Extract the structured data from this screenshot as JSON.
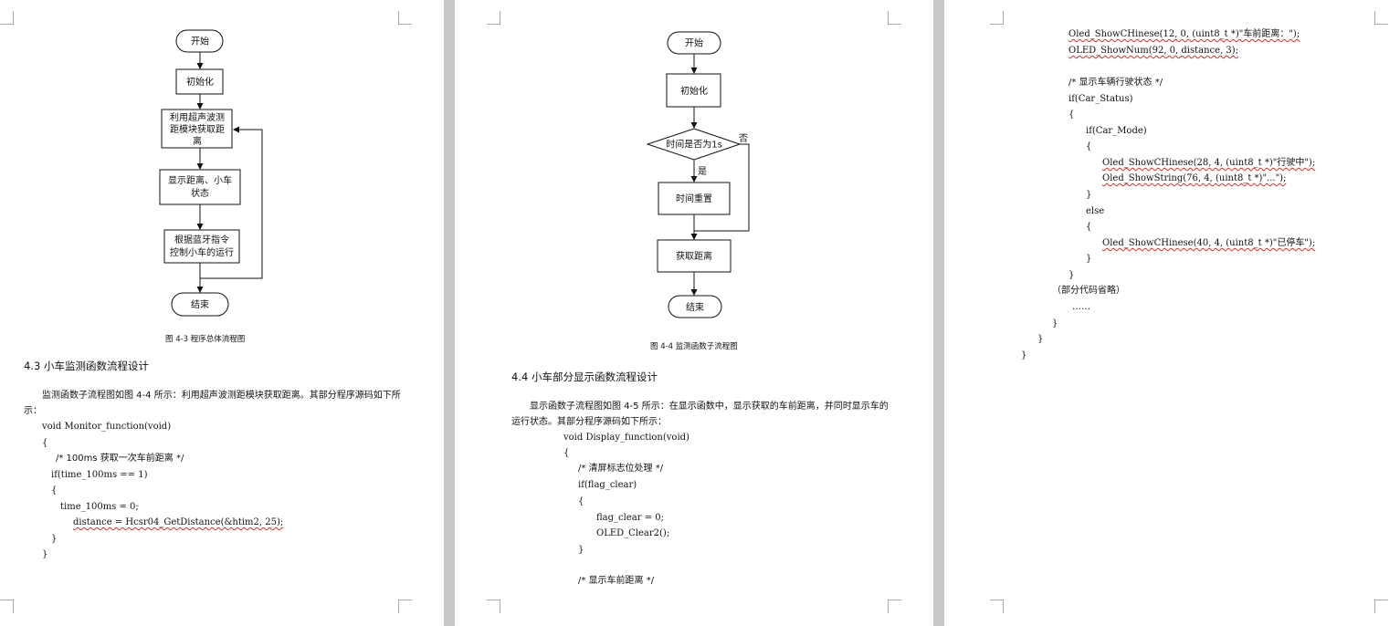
{
  "page1": {
    "flow": {
      "start": "开始",
      "init": "初始化",
      "ultra": [
        "利用超声波测",
        "距模块获取距",
        "离"
      ],
      "show": [
        "显示距离、小车",
        "状态"
      ],
      "bt": [
        "根据蓝牙指令",
        "控制小车的运行"
      ],
      "end": "结束"
    },
    "caption": "图 4-3    程序总体流程图",
    "heading": "4.3  小车监测函数流程设计",
    "para": "监测函数子流程图如图 4-4 所示：利用超声波测距模块获取距离。其部分程序源码如下所示：",
    "code": [
      "void Monitor_function(void)",
      "{",
      "/* 100ms 获取一次车前距离  */",
      "if(time_100ms == 1)",
      "{",
      "time_100ms = 0;",
      "distance = Hcsr04_GetDistance(&htim2, 25);",
      "}",
      "}"
    ]
  },
  "page2": {
    "flow": {
      "start": "开始",
      "init": "初始化",
      "decision": "时间是否为1s",
      "no": "否",
      "yes": "是",
      "reset": "时间重置",
      "get": "获取距离",
      "end": "结束"
    },
    "caption": "图 4-4    监测函数子流程图",
    "heading": "4.4  小车部分显示函数流程设计",
    "para": "显示函数子流程图如图 4-5 所示：在显示函数中，显示获取的车前距离，并同时显示车的运行状态。其部分程序源码如下所示：",
    "code": [
      "void Display_function(void)",
      "{",
      "/*  清屏标志位处理  */",
      "if(flag_clear)",
      "{",
      "flag_clear = 0;",
      "OLED_Clear2();",
      "}",
      "/*  显示车前距离  */"
    ]
  },
  "page3": {
    "code": [
      "Oled_ShowCHinese(12, 0, (uint8_t *)\"车前距离：\");",
      "OLED_ShowNum(92, 0, distance, 3);",
      "/*  显示车辆行驶状态  */",
      "if(Car_Status)",
      "{",
      "if(Car_Mode)",
      "{",
      "Oled_ShowCHinese(28, 4, (uint8_t *)\"行驶中\");",
      "Oled_ShowString(76, 4, (uint8_t *)\"...\");",
      "}",
      "else",
      "{",
      "Oled_ShowCHinese(40, 4, (uint8_t *)\"已停车\");",
      "}",
      "}",
      "（部分代码省略）",
      "……",
      "}",
      "}",
      "}"
    ]
  }
}
